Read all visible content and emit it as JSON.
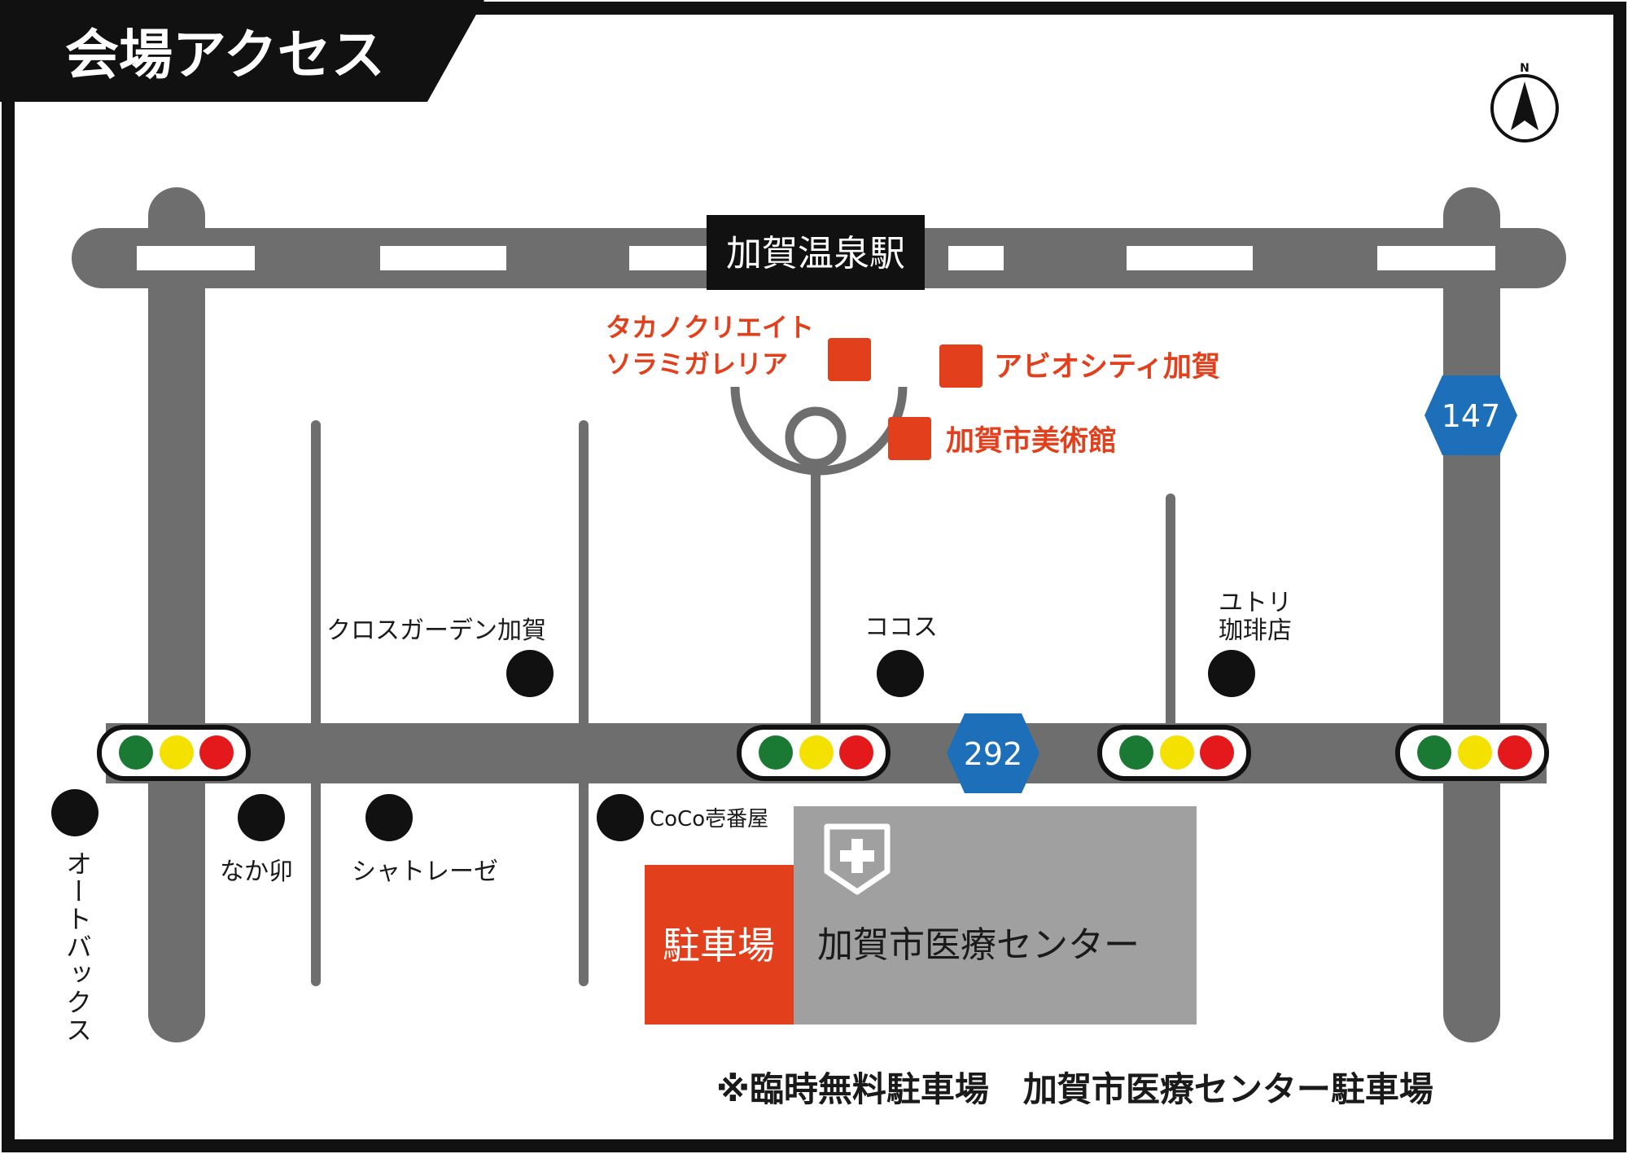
{
  "header": {
    "title": "会場アクセス"
  },
  "colors": {
    "frame": "#111111",
    "road": "#6e6e6e",
    "accent": "#e2401c",
    "route_badge": "#1c6fb8",
    "hospital_block": "#a0a0a0",
    "signal_green": "#1a7a33",
    "signal_yellow": "#f5e100",
    "signal_red": "#e3191c"
  },
  "compass": {
    "label": "N",
    "icon": "north-arrow-icon"
  },
  "station": {
    "label": "加賀温泉駅"
  },
  "routes": [
    {
      "number": "147"
    },
    {
      "number": "292"
    }
  ],
  "orange_places": [
    {
      "label": "タカノクリエイト",
      "label2": "ソラミガレリア"
    },
    {
      "label": "アビオシティ加賀"
    },
    {
      "label": "加賀市美術館"
    }
  ],
  "landmarks": [
    {
      "label": "クロスガーデン加賀"
    },
    {
      "label": "ココス"
    },
    {
      "label": "ユトリ",
      "label2": "珈琲店"
    },
    {
      "label": "オートバックス"
    },
    {
      "label": "なか卯"
    },
    {
      "label": "シャトレーゼ"
    },
    {
      "label": "CoCo壱番屋"
    }
  ],
  "parking": {
    "label": "駐車場"
  },
  "hospital": {
    "label": "加賀市医療センター",
    "icon": "hospital-cross-icon"
  },
  "footnote": {
    "text": "※臨時無料駐車場　加賀市医療センター駐車場"
  }
}
